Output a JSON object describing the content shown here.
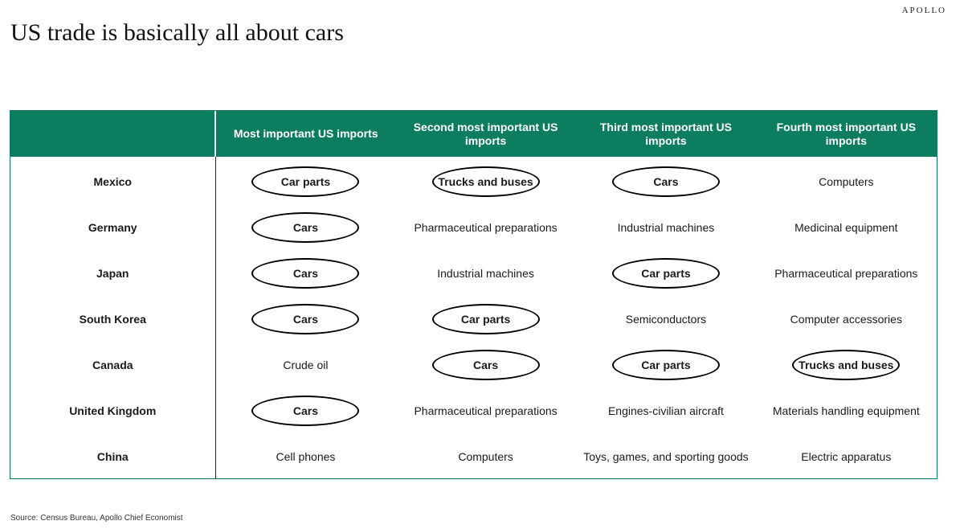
{
  "brand": "APOLLO",
  "title": "US trade is basically all about cars",
  "table": {
    "headers": [
      "",
      "Most important US imports",
      "Second most important US imports",
      "Third most important US imports",
      "Fourth most important US imports"
    ],
    "rows": [
      {
        "country": "Mexico",
        "cells": [
          {
            "text": "Car parts",
            "circled": true
          },
          {
            "text": "Trucks and buses",
            "circled": true
          },
          {
            "text": "Cars",
            "circled": true
          },
          {
            "text": "Computers",
            "circled": false
          }
        ]
      },
      {
        "country": "Germany",
        "cells": [
          {
            "text": "Cars",
            "circled": true
          },
          {
            "text": "Pharmaceutical preparations",
            "circled": false
          },
          {
            "text": "Industrial machines",
            "circled": false
          },
          {
            "text": "Medicinal equipment",
            "circled": false
          }
        ]
      },
      {
        "country": "Japan",
        "cells": [
          {
            "text": "Cars",
            "circled": true
          },
          {
            "text": "Industrial machines",
            "circled": false
          },
          {
            "text": "Car parts",
            "circled": true
          },
          {
            "text": "Pharmaceutical preparations",
            "circled": false
          }
        ]
      },
      {
        "country": "South Korea",
        "cells": [
          {
            "text": "Cars",
            "circled": true
          },
          {
            "text": "Car parts",
            "circled": true
          },
          {
            "text": "Semiconductors",
            "circled": false
          },
          {
            "text": "Computer accessories",
            "circled": false
          }
        ]
      },
      {
        "country": "Canada",
        "cells": [
          {
            "text": "Crude oil",
            "circled": false
          },
          {
            "text": "Cars",
            "circled": true
          },
          {
            "text": "Car parts",
            "circled": true
          },
          {
            "text": "Trucks and buses",
            "circled": true
          }
        ]
      },
      {
        "country": "United Kingdom",
        "cells": [
          {
            "text": "Cars",
            "circled": true
          },
          {
            "text": "Pharmaceutical preparations",
            "circled": false
          },
          {
            "text": "Engines-civilian aircraft",
            "circled": false
          },
          {
            "text": "Materials handling equipment",
            "circled": false
          }
        ]
      },
      {
        "country": "China",
        "cells": [
          {
            "text": "Cell phones",
            "circled": false
          },
          {
            "text": "Computers",
            "circled": false
          },
          {
            "text": "Toys, games, and sporting goods",
            "circled": false
          },
          {
            "text": "Electric apparatus",
            "circled": false
          }
        ]
      }
    ]
  },
  "source": "Source: Census Bureau, Apollo Chief Economist",
  "colors": {
    "header_bg": "#0d7d5f",
    "header_text": "#ffffff",
    "oval_border": "#000000"
  }
}
